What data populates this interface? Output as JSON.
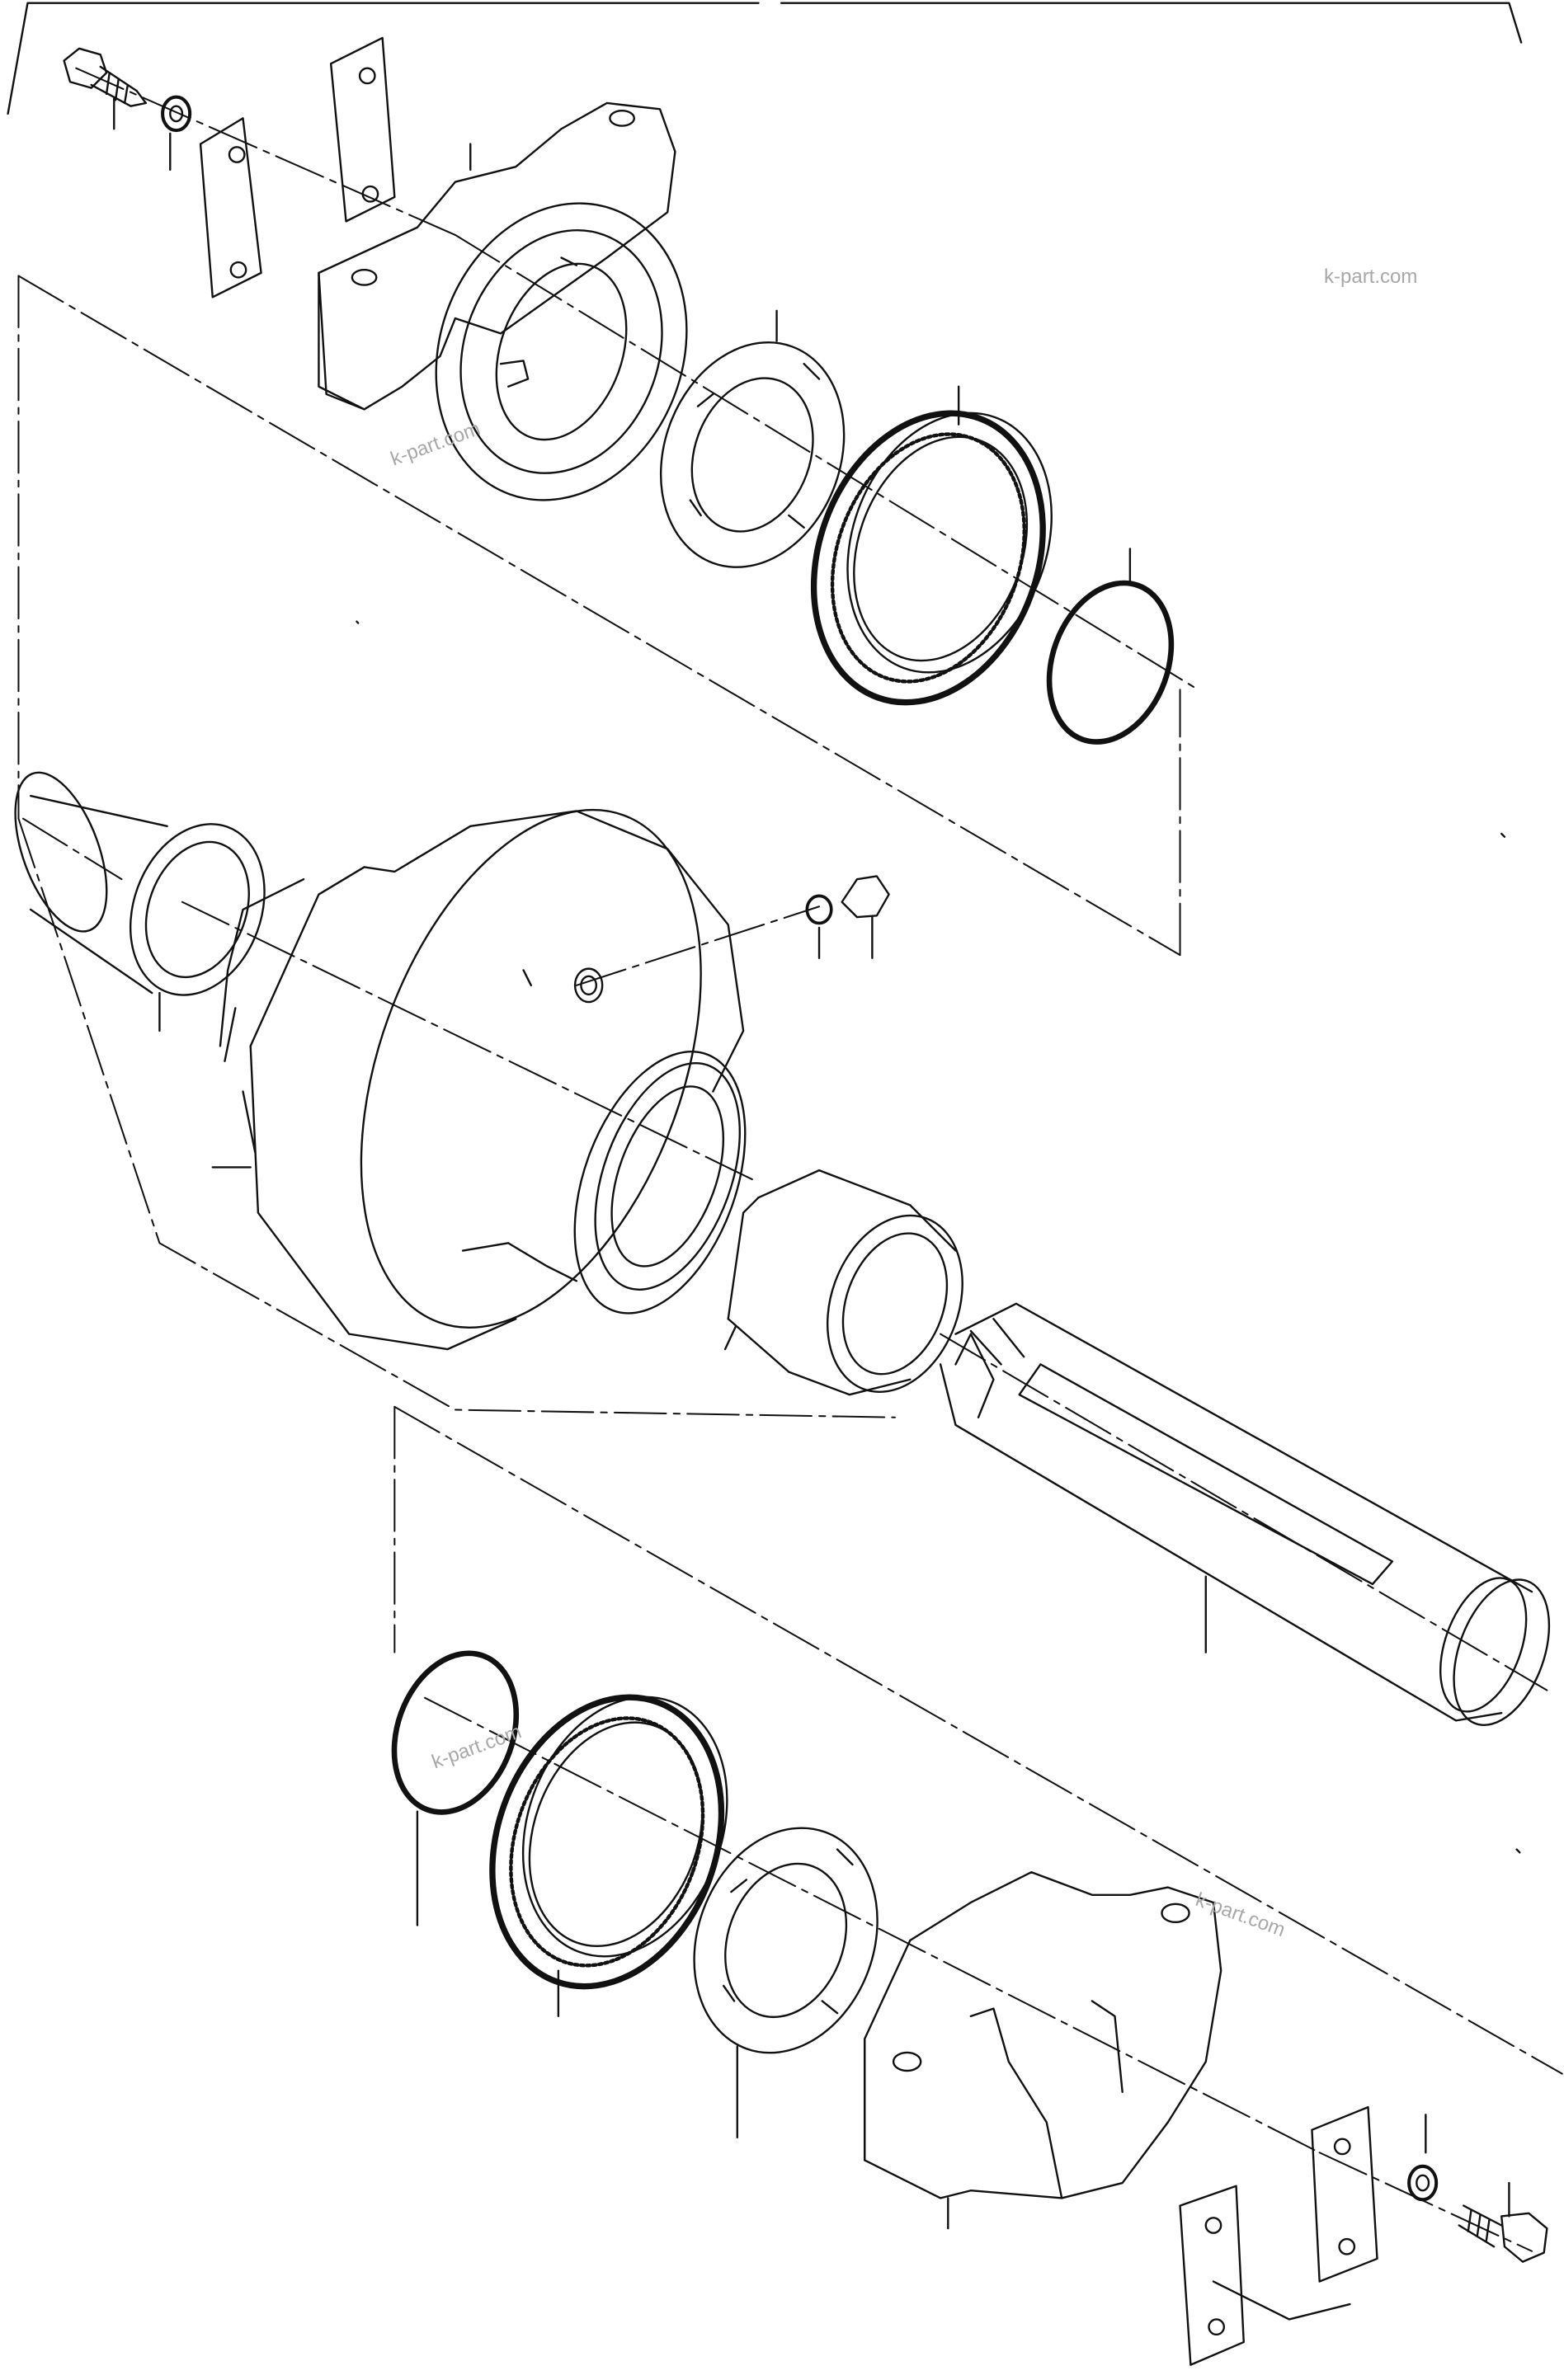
{
  "drawing": {
    "watermarks": [
      "k-part.com",
      "k-part.com",
      "k-part.com",
      "k-part.com"
    ]
  }
}
